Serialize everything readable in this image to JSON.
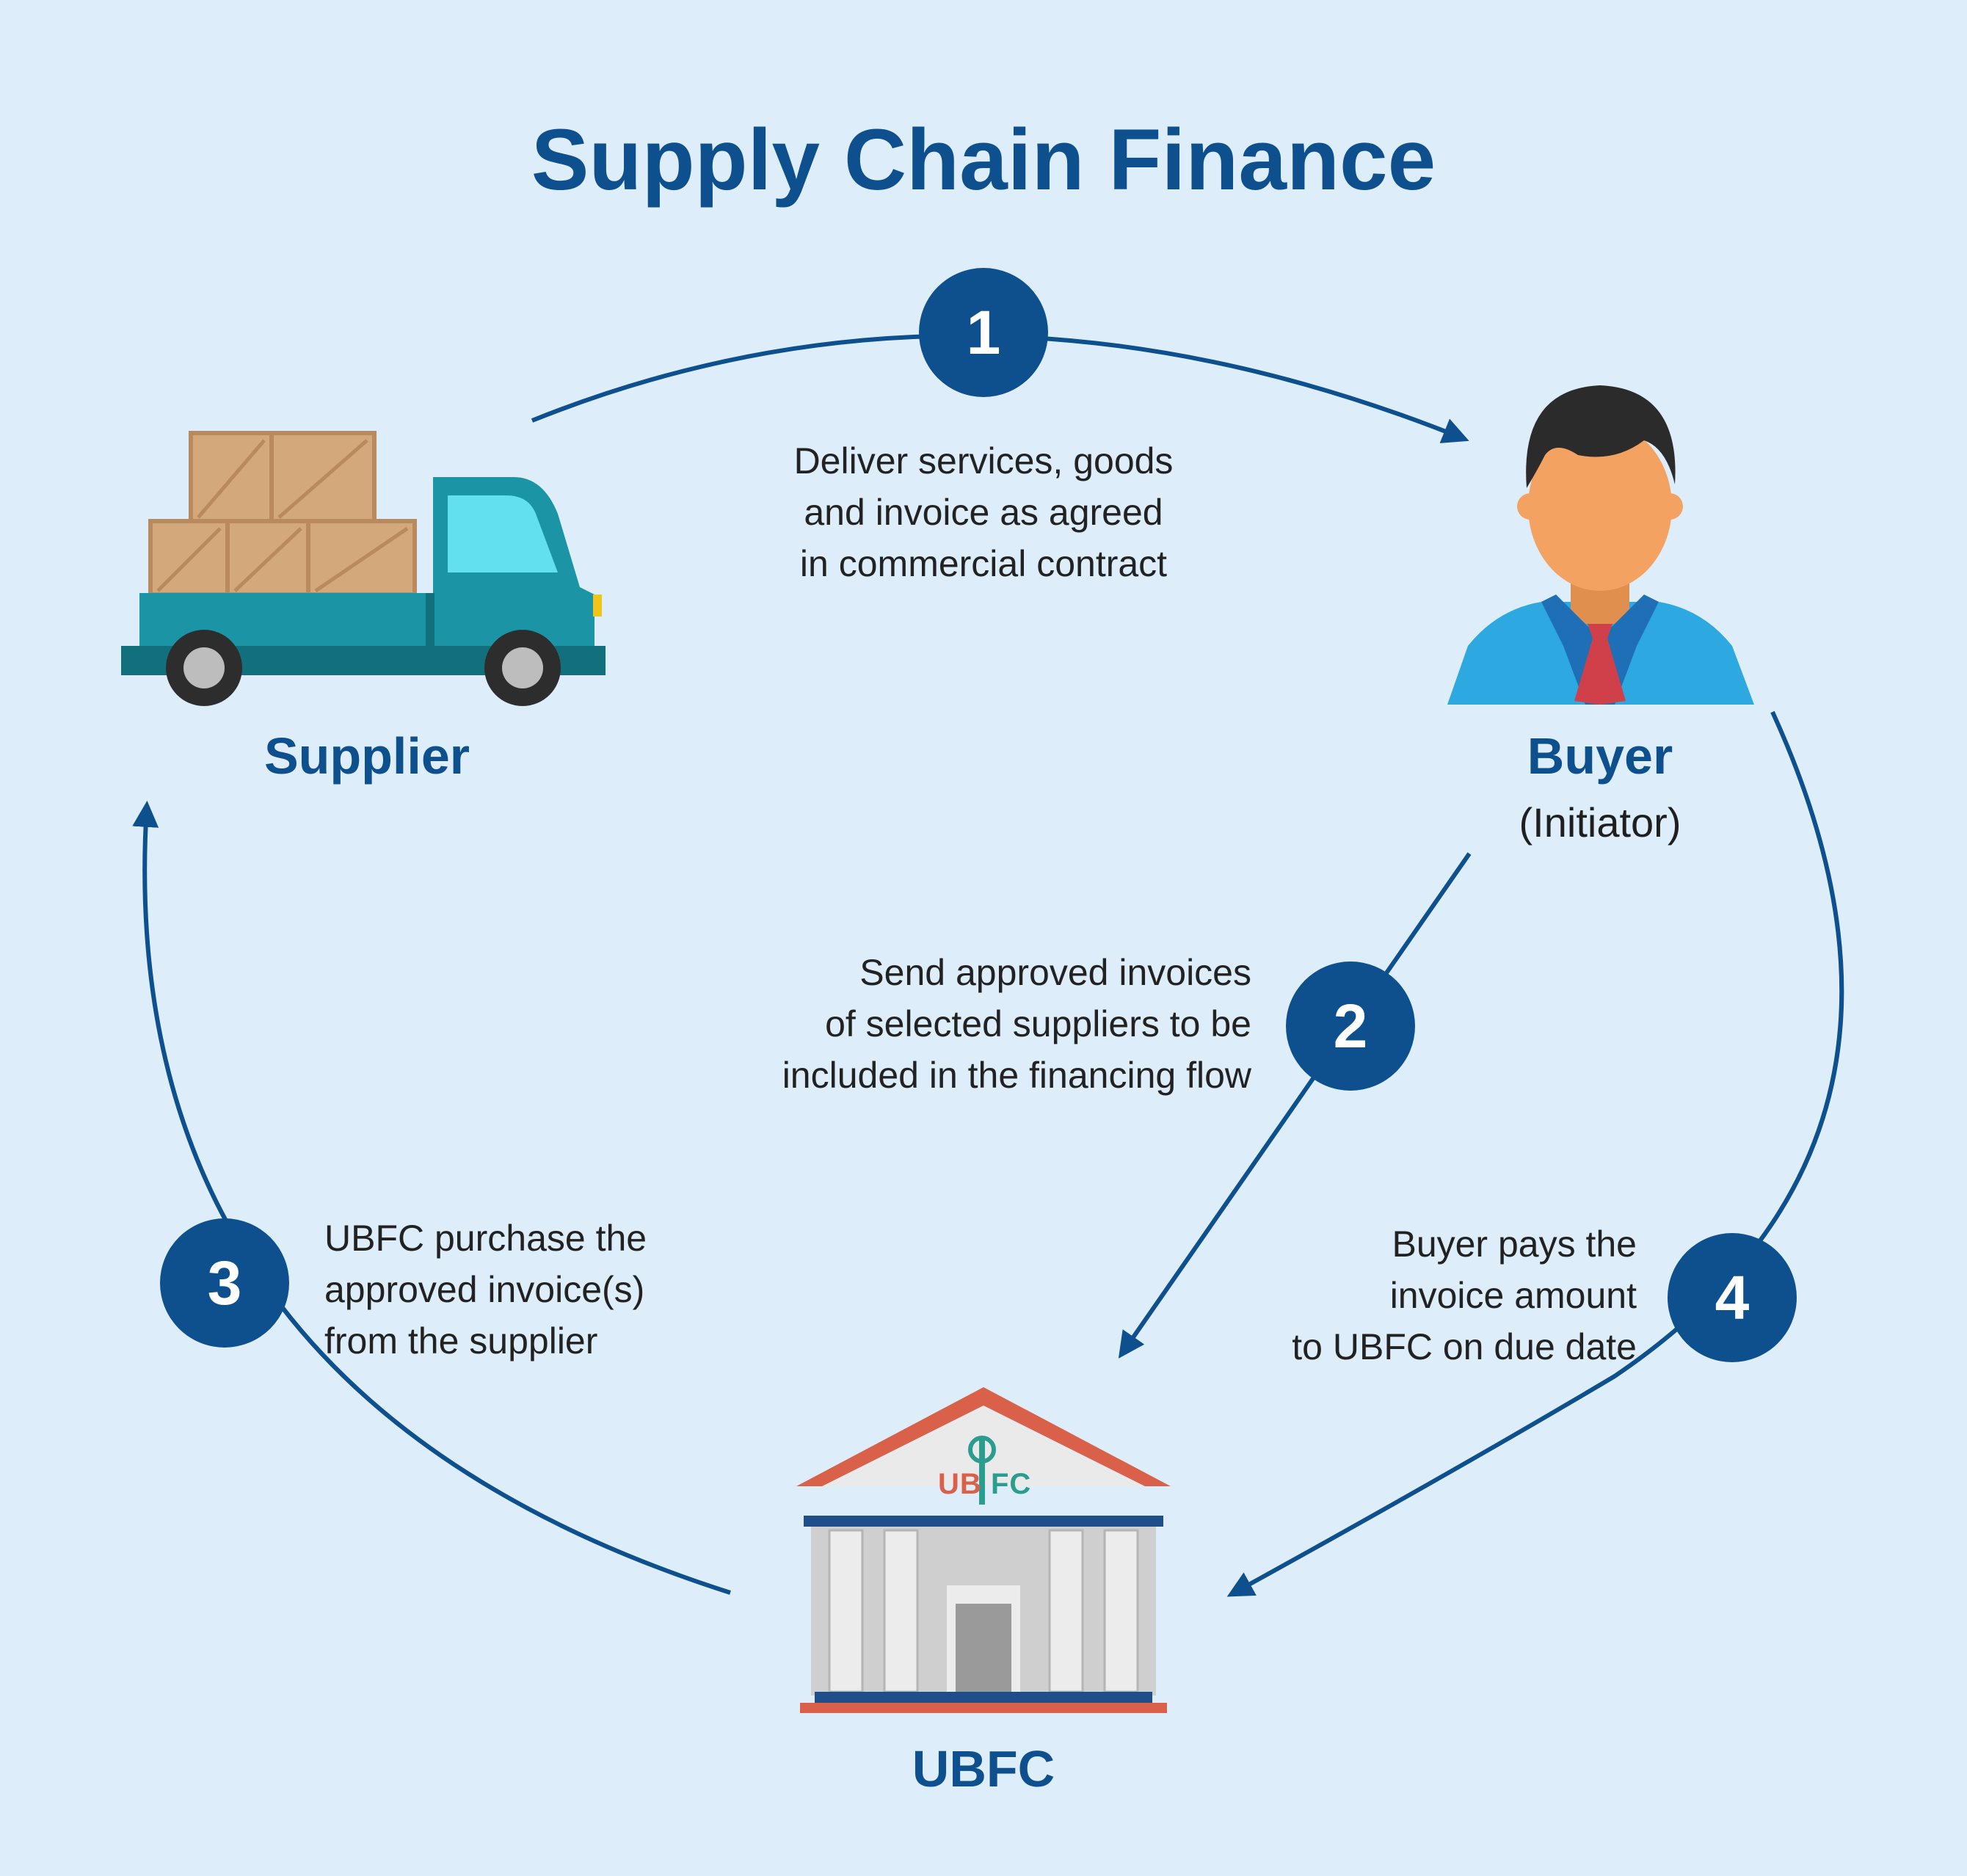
{
  "title": "Supply Chain Finance",
  "nodes": {
    "supplier": {
      "label": "Supplier"
    },
    "buyer": {
      "label": "Buyer",
      "sublabel": "(Initiator)"
    },
    "ubfc": {
      "label": "UBFC",
      "logo_left": "UB",
      "logo_right": "FC"
    }
  },
  "steps": [
    {
      "number": "1",
      "lines": [
        "Deliver services, goods",
        "and invoice as agreed",
        "in commercial contract"
      ]
    },
    {
      "number": "2",
      "lines": [
        "Send approved invoices",
        "of selected suppliers to be",
        "included in the financing flow"
      ]
    },
    {
      "number": "3",
      "lines": [
        "UBFC purchase the",
        "approved invoice(s)",
        "from the supplier"
      ]
    },
    {
      "number": "4",
      "lines": [
        "Buyer pays the",
        "invoice amount",
        "to UBFC on due date"
      ]
    }
  ],
  "colors": {
    "background": "#ddeefa",
    "primary": "#0e4f8e",
    "truck": "#1b95a6",
    "box": "#d3a87a",
    "roof": "#d9614a",
    "skin": "#f4a261",
    "shirt": "#2ea8e0",
    "tie": "#d0404a"
  },
  "icons": [
    "truck-with-boxes-icon",
    "buyer-person-icon",
    "bank-building-icon"
  ]
}
